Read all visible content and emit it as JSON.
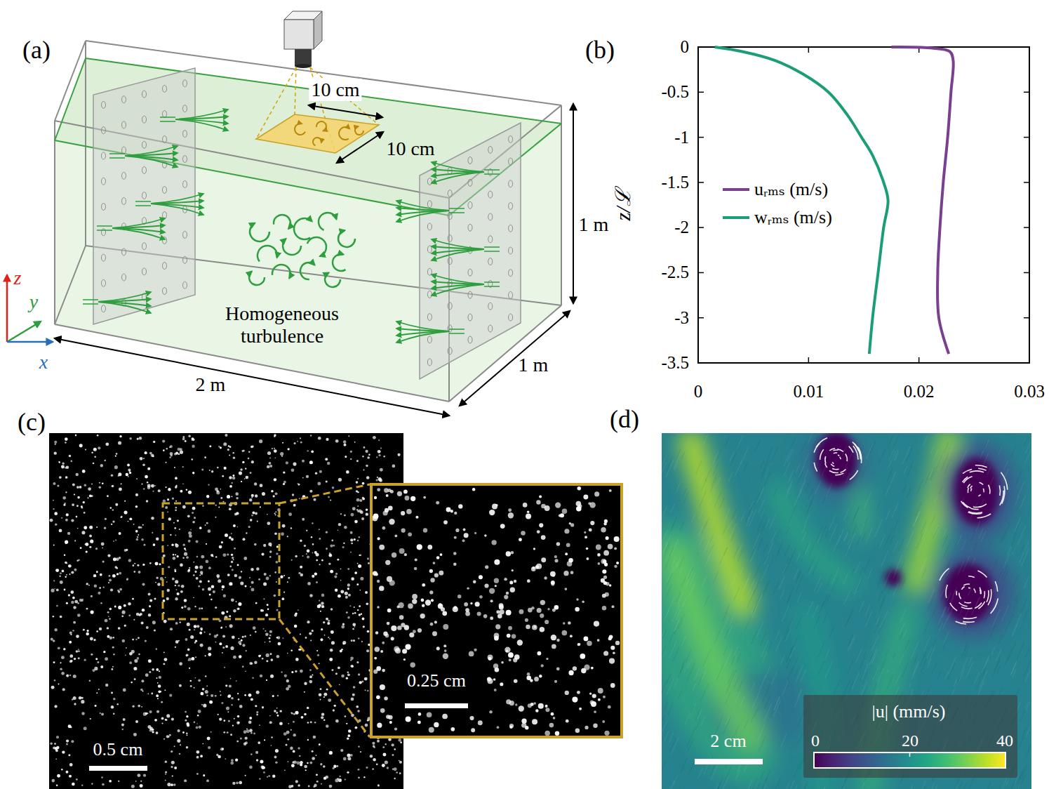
{
  "diagram": {
    "nodes": [
      {
        "text": [
          "0.25 cm"
        ]
      },
      {
        "text": [
          "|u| (mm/s)",
          "0",
          "20",
          "40"
        ]
      }
    ],
    "labels": [
      "(a)",
      "(b)",
      "10 cm",
      "10 cm",
      "1 m",
      "Homogeneous turbulence",
      "z",
      "y",
      "x",
      "2 m",
      "1 m",
      "0",
      "-0.5",
      "-1",
      "-1.5",
      "-2",
      "-2.5",
      "-3",
      "-3.5",
      "0",
      "0.01",
      "0.02",
      "0.03",
      "z/ℒ",
      "(c)",
      "(d)",
      "0.5 cm",
      "2 cm"
    ],
    "legend": [
      {
        "text": "uᵣₘₛ (m/s)"
      },
      {
        "text": "wᵣₘₛ (m/s)"
      }
    ]
  }
}
